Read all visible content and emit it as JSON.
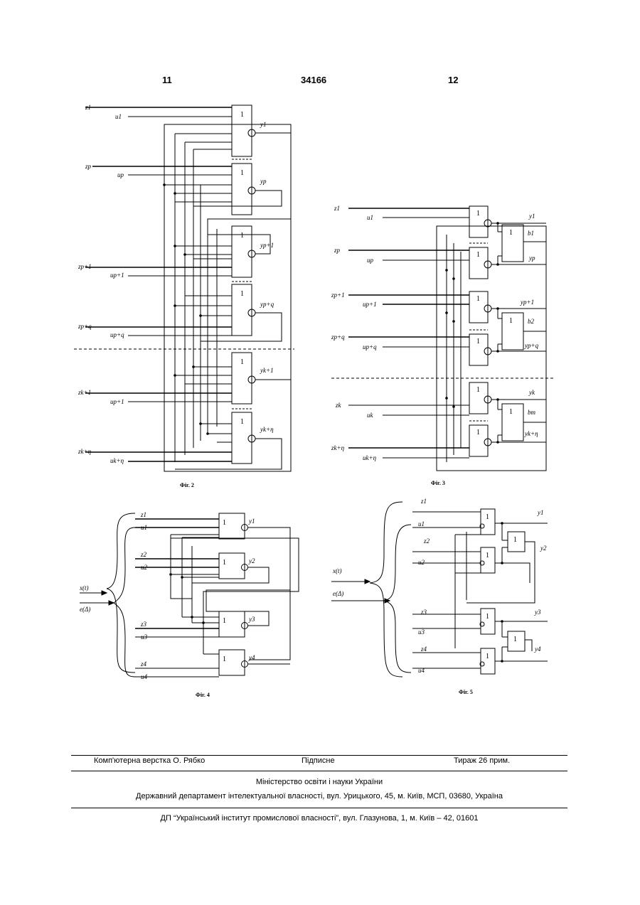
{
  "header": {
    "left_page": "11",
    "patent_number": "34166",
    "right_page": "12"
  },
  "figures": {
    "fig2": {
      "caption": "Фіг. 2",
      "inputs": [
        "z1",
        "u1",
        "zp",
        "up",
        "zp+1",
        "up+1",
        "zp+q",
        "up+q",
        "zk+1",
        "up+1",
        "zk+η",
        "uk+η"
      ],
      "outputs": [
        "y1",
        "yp",
        "yp+1",
        "yp+q",
        "yk+1",
        "yk+η"
      ],
      "gate_label": "1"
    },
    "fig3": {
      "caption": "Фіг. 3",
      "inputs": [
        "z1",
        "u1",
        "zp",
        "up",
        "zp+1",
        "up+1",
        "zp+q",
        "up+q",
        "zk",
        "uk",
        "zk+η",
        "uk+η"
      ],
      "outputs": [
        "y1",
        "yp",
        "yp+1",
        "yp+q",
        "yk",
        "yk+η"
      ],
      "blocks": [
        "b1",
        "b2",
        "bm"
      ],
      "gate_label": "1"
    },
    "fig4": {
      "caption": "Фіг. 4",
      "signals": [
        "x(t)",
        "e(Δ)"
      ],
      "inputs": [
        "z1",
        "u1",
        "z2",
        "u2",
        "z3",
        "u3",
        "z4",
        "u4"
      ],
      "outputs": [
        "y1",
        "y2",
        "y3",
        "y4"
      ],
      "gate_label": "1"
    },
    "fig5": {
      "caption": "Фіг. 5",
      "signals": [
        "x(t)",
        "e(Δ)"
      ],
      "inputs": [
        "z1",
        "u1",
        "z2",
        "u2",
        "z3",
        "u3",
        "z4",
        "u4"
      ],
      "outputs": [
        "y1",
        "y2",
        "y3",
        "y4"
      ],
      "gate_label": "1"
    }
  },
  "imprint": {
    "layout": "Комп'ютерна верстка О. Рябко",
    "signed": "Підписне",
    "circulation": "Тираж 26 прим.",
    "ministry": "Міністерство освіти і науки України",
    "department": "Державний департамент інтелектуальної власності, вул. Урицького, 45, м. Київ, МСП, 03680, Україна",
    "institute": "ДП “Український інститут промислової власності”, вул. Глазунова, 1, м. Київ – 42, 01601"
  }
}
